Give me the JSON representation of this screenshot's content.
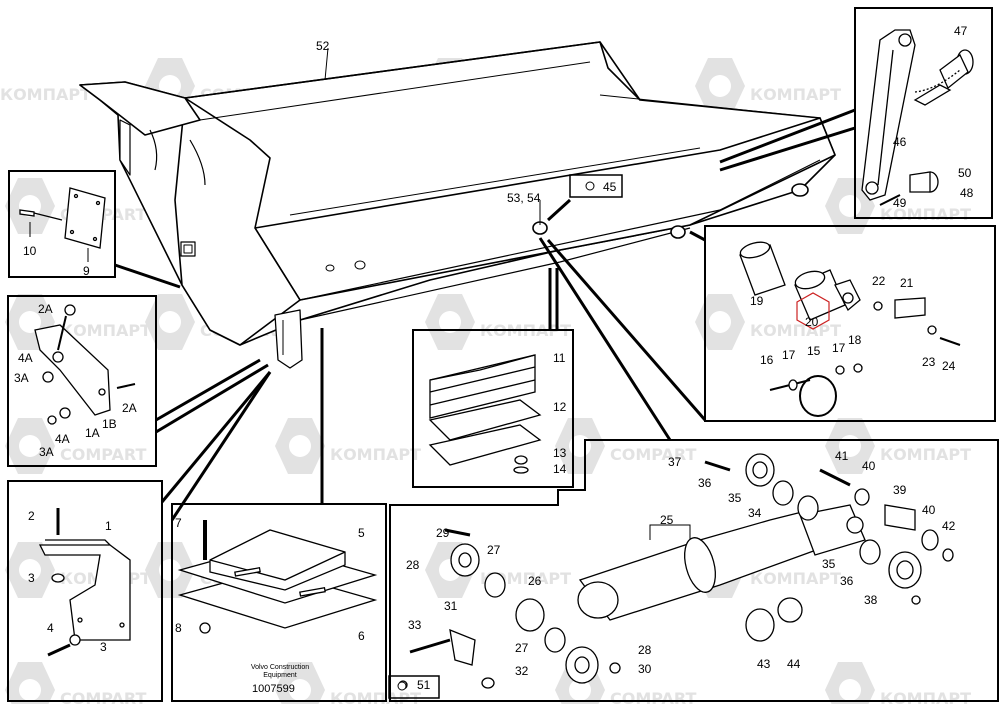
{
  "watermark": {
    "text_cyrillic": "КОМПАРТ",
    "text_latin": "COMPART",
    "color": "#e2e2e2"
  },
  "footer": {
    "manufacturer_line1": "Volvo Construction",
    "manufacturer_line2": "Equipment",
    "drawing_number": "1007599"
  },
  "highlight_color": "#cc2222",
  "main_view": {
    "body_label": "52",
    "pin_label": "53, 54",
    "bolt_ref_label": "45"
  },
  "panels": {
    "top_right": {
      "labels": [
        "47",
        "46",
        "50",
        "48",
        "49"
      ]
    },
    "top_left": {
      "labels": [
        "10",
        "9"
      ]
    },
    "right_middle": {
      "labels": [
        "19",
        "20",
        "22",
        "21",
        "16",
        "17",
        "15",
        "17",
        "18",
        "23",
        "24"
      ]
    },
    "left_middle": {
      "labels": [
        "2A",
        "4A",
        "3A",
        "2A",
        "1A",
        "1B",
        "4A",
        "3A"
      ]
    },
    "center_pad": {
      "labels": [
        "11",
        "12",
        "13",
        "14"
      ]
    },
    "bottom_left": {
      "labels": [
        "2",
        "1",
        "3",
        "4",
        "3"
      ]
    },
    "bottom_center": {
      "labels": [
        "7",
        "5",
        "8",
        "6"
      ]
    },
    "bottom_right": {
      "labels": [
        "37",
        "41",
        "40",
        "39",
        "36",
        "35",
        "34",
        "40",
        "42",
        "25",
        "29",
        "27",
        "28",
        "26",
        "35",
        "36",
        "38",
        "31",
        "33",
        "27",
        "28",
        "43",
        "44",
        "30",
        "32",
        "51"
      ]
    }
  }
}
